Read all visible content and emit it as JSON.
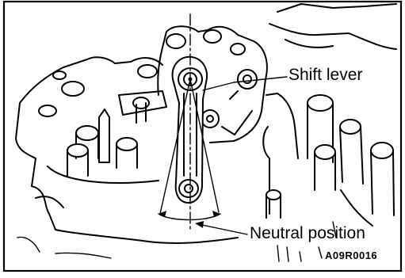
{
  "figure": {
    "labels": {
      "shift_lever": "Shift lever",
      "neutral_position": "Neutral position",
      "figure_code": "A09R0016"
    }
  }
}
